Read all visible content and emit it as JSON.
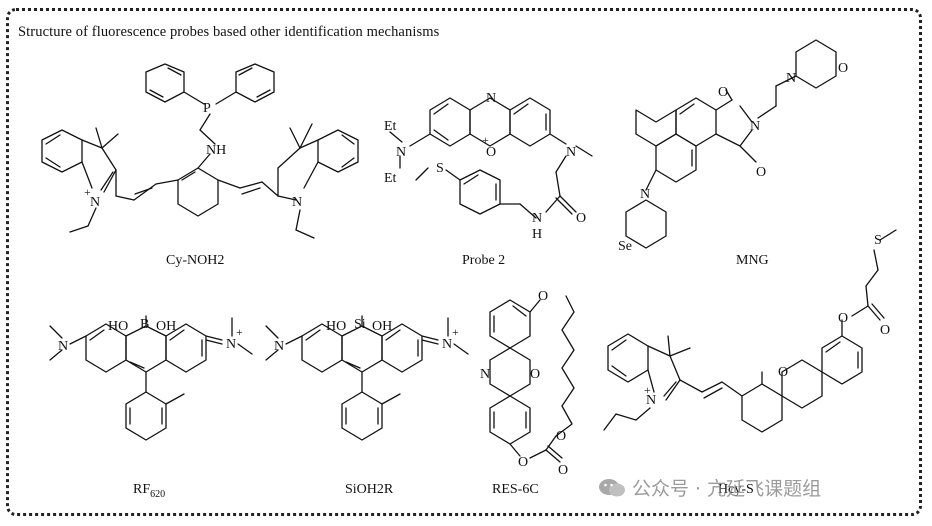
{
  "heading": "Structure of fluorescence probes based other identification mechanisms",
  "labels": {
    "cy": "Cy-NOH2",
    "probe2": "Probe 2",
    "mng": "MNG",
    "rf": "RF",
    "rf_sub": "620",
    "sioh": "SiOH2R",
    "res": "RES-6C",
    "hcy": "Hcy-S"
  },
  "atoms": {
    "P": "P",
    "NH": "NH",
    "N": "N",
    "plus": "+",
    "Et": "Et",
    "O": "O",
    "S": "S",
    "H": "H",
    "Se": "Se",
    "B": "B",
    "Si": "Si",
    "HO": "HO",
    "OH": "OH"
  },
  "watermark": "公众号 · 亢延飞课题组",
  "colors": {
    "line": "#111111",
    "frame": "#222222",
    "watermark": "#8a8a8a"
  }
}
